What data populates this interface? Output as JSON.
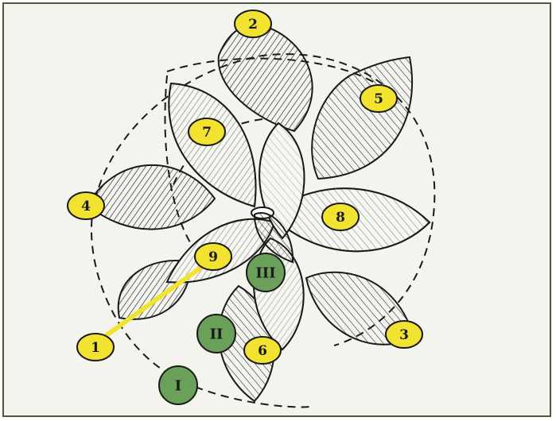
{
  "colors": {
    "yellow_marker": "#f2e330",
    "green_marker": "#6aa05a",
    "connector": "#f2e330",
    "ink": "#1a1a1a",
    "border": "#4a5a3a"
  },
  "leaf_markers": [
    {
      "label": "1"
    },
    {
      "label": "2"
    },
    {
      "label": "3"
    },
    {
      "label": "4"
    },
    {
      "label": "5"
    },
    {
      "label": "6"
    },
    {
      "label": "7"
    },
    {
      "label": "8"
    },
    {
      "label": "9"
    }
  ],
  "whorl_markers": [
    {
      "label": "I"
    },
    {
      "label": "II"
    },
    {
      "label": "III"
    }
  ]
}
